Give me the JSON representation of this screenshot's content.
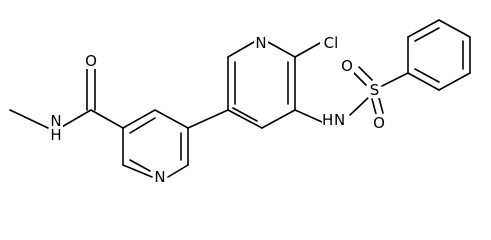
{
  "structure": {
    "atoms": {
      "n_pyridine_top": "N",
      "chlorine": "Cl",
      "n_pyridine_bottom": "N",
      "n_amide": "N",
      "h_amide": "H",
      "o_amide": "O",
      "n_sulfonamide": "N",
      "h_sulfonamide": "H",
      "sulfur": "S",
      "o_sulfonyl_top": "O",
      "o_sulfonyl_bottom": "O"
    }
  }
}
